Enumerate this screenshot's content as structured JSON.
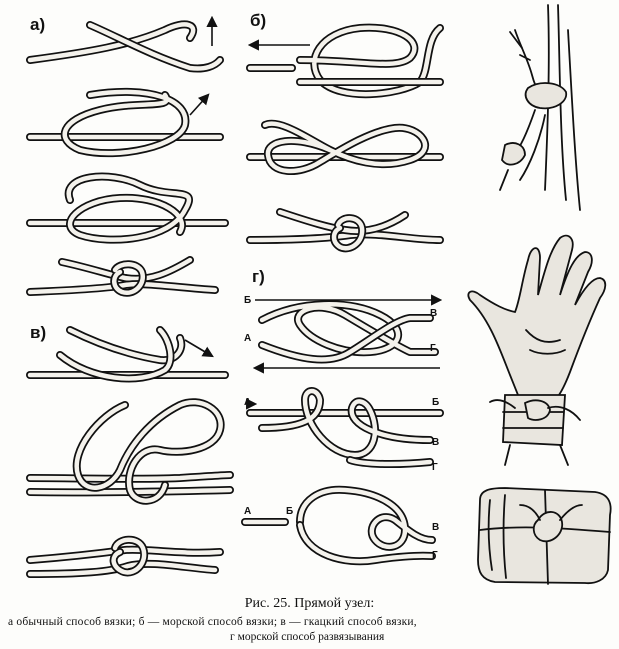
{
  "panels": {
    "a": "а)",
    "b": "б)",
    "v": "в)",
    "g": "г)"
  },
  "rope_ends": {
    "B": "Б",
    "A": "А",
    "V": "В",
    "G": "Г"
  },
  "caption": {
    "title": "Рис. 25. Прямой узел:",
    "line1": "а   обычный способ вязки; б — морской способ вязки; в — гкацкий способ вязки,",
    "line2": "г   морской способ развязывания"
  }
}
